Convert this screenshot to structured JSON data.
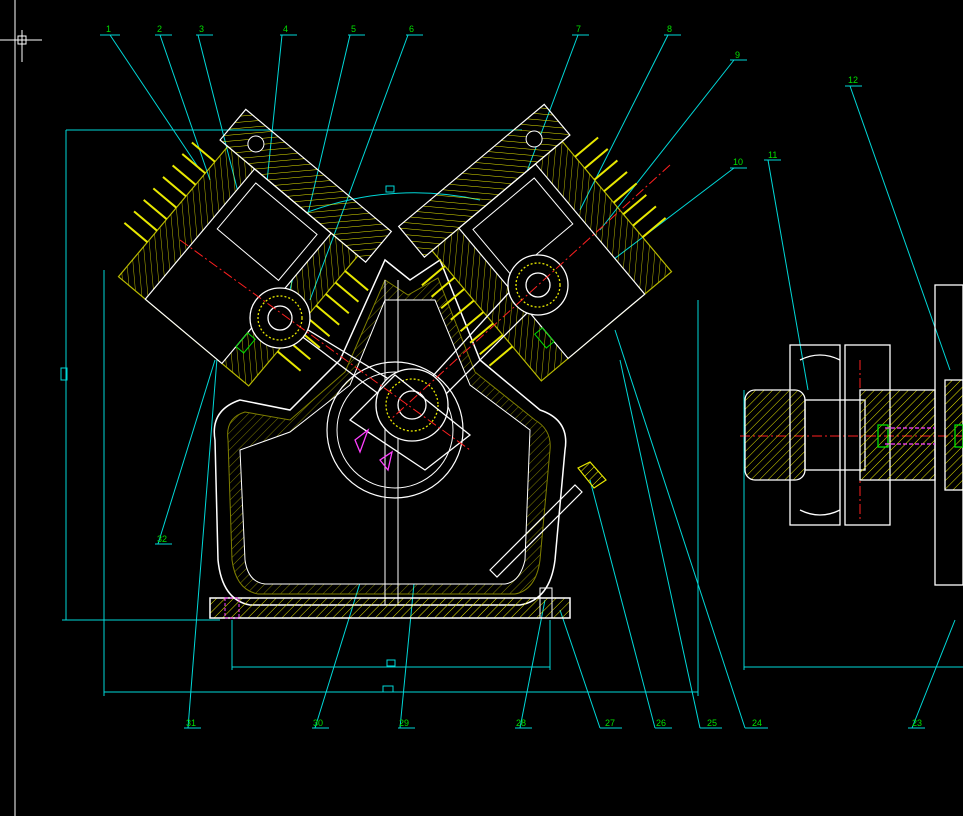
{
  "colors": {
    "background": "#000000",
    "outline": "#ffffff",
    "hatch": "#e8e800",
    "leader": "#00d8d8",
    "label": "#00e000",
    "centerline": "#ff2020",
    "hidden": "#ff40ff"
  },
  "callouts": {
    "c1": "1",
    "c2": "2",
    "c3": "3",
    "c4": "4",
    "c5": "5",
    "c6": "6",
    "c7": "7",
    "c8": "8",
    "c9": "9",
    "c10": "10",
    "c11": "11",
    "c12": "12",
    "c23": "23",
    "c24": "24",
    "c25": "25",
    "c26": "26",
    "c27": "27",
    "c28": "28",
    "c29": "29",
    "c30": "30",
    "c31": "31",
    "c32": "32"
  }
}
